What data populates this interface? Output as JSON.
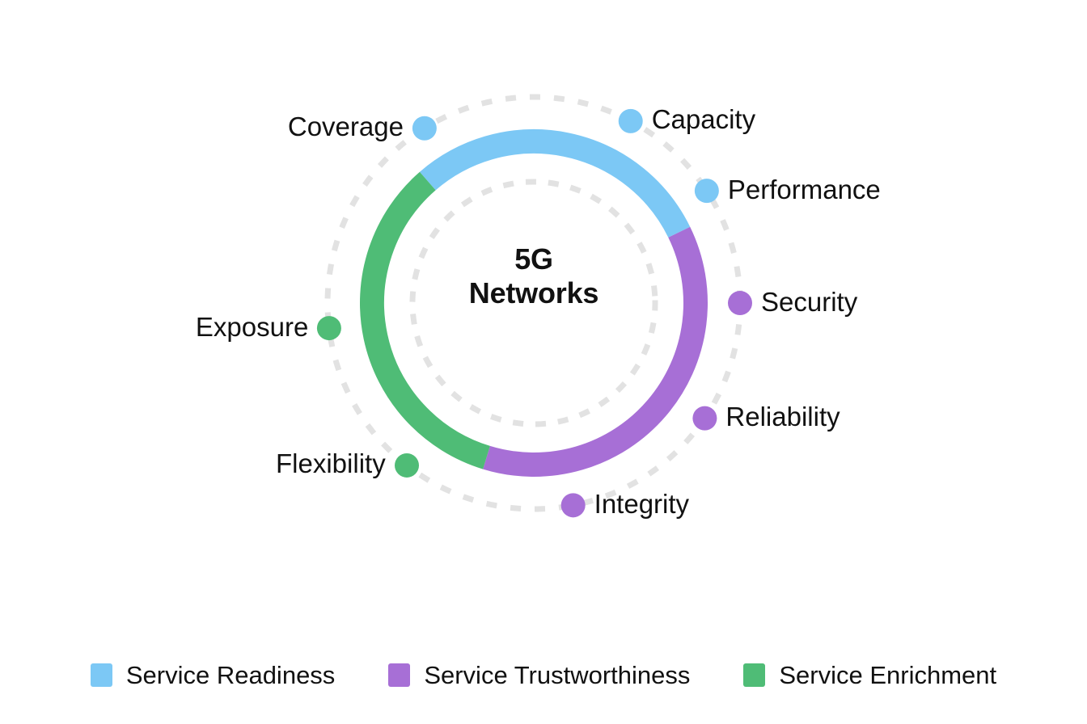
{
  "center": {
    "line1": "5G",
    "line2": "Networks"
  },
  "colors": {
    "service_readiness": "#7CC8F5",
    "service_trustworthiness": "#A濃",
    "trustworthiness": "#A76FD6",
    "service_enrichment": "#4FBC76",
    "dots": "#E2E2E2",
    "text": "#111111",
    "background": "#FFFFFF"
  },
  "nodes": [
    {
      "label": "Capacity",
      "group": "Service Readiness",
      "color": "#7CC8F5",
      "angle_deg": 28,
      "side": "right"
    },
    {
      "label": "Performance",
      "group": "Service Readiness",
      "color": "#7CC8F5",
      "angle_deg": 57,
      "side": "right"
    },
    {
      "label": "Security",
      "group": "Service Trustworthiness",
      "color": "#A76FD6",
      "angle_deg": 90,
      "side": "right"
    },
    {
      "label": "Reliability",
      "group": "Service Trustworthiness",
      "color": "#A76FD6",
      "angle_deg": 124,
      "side": "right"
    },
    {
      "label": "Integrity",
      "group": "Service Trustworthiness",
      "color": "#A76FD6",
      "angle_deg": 169,
      "side": "right"
    },
    {
      "label": "Flexibility",
      "group": "Service Enrichment",
      "color": "#4FBC76",
      "angle_deg": 218,
      "side": "left"
    },
    {
      "label": "Exposure",
      "group": "Service Enrichment",
      "color": "#4FBC76",
      "angle_deg": 263,
      "side": "left"
    },
    {
      "label": "Coverage",
      "group": "Service Readiness",
      "color": "#7CC8F5",
      "angle_deg": 328,
      "side": "left"
    }
  ],
  "chart_data": {
    "type": "pie",
    "title": "5G Networks",
    "subtype": "donut",
    "categories": [
      "Service Readiness",
      "Service Trustworthiness",
      "Service Enrichment"
    ],
    "values": [
      105,
      133,
      122
    ],
    "unit": "degrees",
    "segments": [
      {
        "name": "Service Readiness",
        "color": "#7CC8F5",
        "start_deg": 319,
        "end_deg": 64,
        "sweep_deg": 105,
        "items": [
          "Coverage",
          "Capacity",
          "Performance"
        ]
      },
      {
        "name": "Service Trustworthiness",
        "color": "#A76FD6",
        "start_deg": 64,
        "end_deg": 197,
        "sweep_deg": 133,
        "items": [
          "Security",
          "Reliability",
          "Integrity"
        ]
      },
      {
        "name": "Service Enrichment",
        "color": "#4FBC76",
        "start_deg": 197,
        "end_deg": 319,
        "sweep_deg": 122,
        "items": [
          "Flexibility",
          "Exposure"
        ]
      }
    ],
    "legend_position": "bottom",
    "grid": false
  },
  "legend": {
    "items": [
      {
        "label": "Service Readiness",
        "color": "#7CC8F5"
      },
      {
        "label": "Service Trustworthiness",
        "color": "#A76FD6"
      },
      {
        "label": "Service Enrichment",
        "color": "#4FBC76"
      }
    ]
  }
}
